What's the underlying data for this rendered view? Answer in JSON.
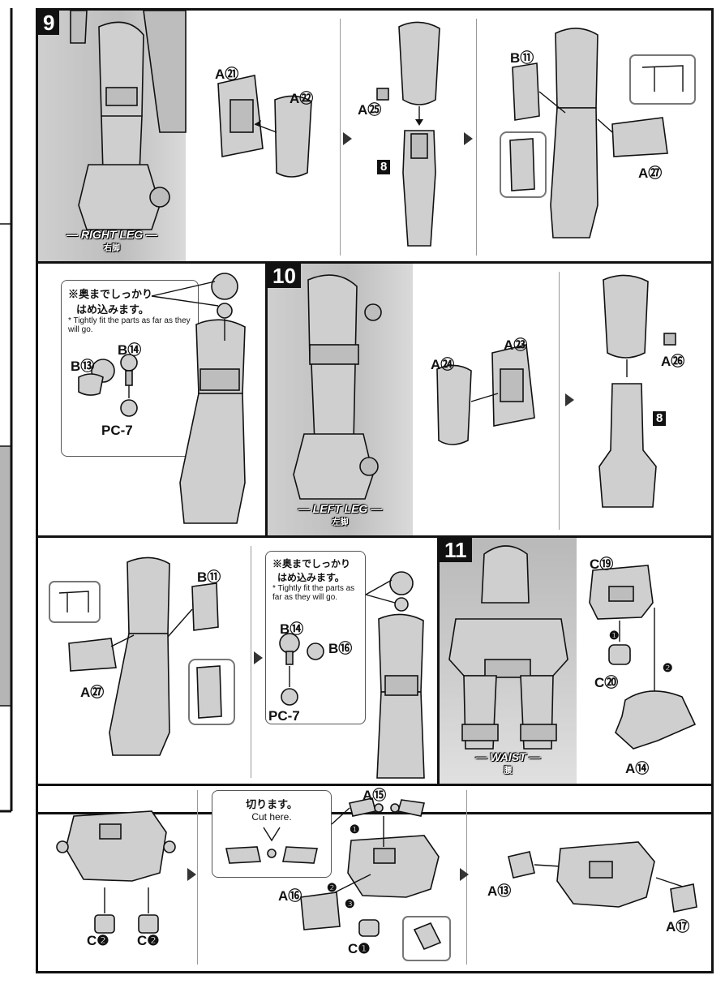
{
  "step9": {
    "number": "9",
    "caption": "— RIGHT LEG —",
    "caption_jp": "右脚",
    "parts": {
      "a21": "A㉑",
      "a22": "A㉒",
      "a25": "A㉕",
      "b11": "B⑪",
      "a27": "A㉗"
    },
    "ref_step": "8"
  },
  "row2": {
    "note_jp_1": "※奥までしっかり",
    "note_jp_2": "はめ込みます。",
    "note_en": "* Tightly fit the parts as far as they will go.",
    "b14": "B⑭",
    "b13": "B⑬",
    "pc": "PC-7"
  },
  "step10": {
    "number": "10",
    "caption": "— LEFT LEG —",
    "caption_jp": "左脚",
    "parts": {
      "a23": "A㉓",
      "a24": "A㉔",
      "a26": "A㉖"
    },
    "ref_step": "8"
  },
  "row3": {
    "b11": "B⑪",
    "a27": "A㉗",
    "note_jp_1": "※奥までしっかり",
    "note_jp_2": "はめ込みます。",
    "note_en": "* Tightly fit the parts as far as they will go.",
    "b14": "B⑭",
    "b16": "B⑯",
    "pc": "PC-7"
  },
  "step11": {
    "number": "11",
    "caption": "— WAIST —",
    "caption_jp": "腰",
    "parts": {
      "c19": "C⑲",
      "c20": "C⑳",
      "a14": "A⑭"
    },
    "order": [
      "❶",
      "❷"
    ]
  },
  "row4": {
    "c2a": "C❷",
    "c2b": "C❷",
    "cut_jp": "切ります。",
    "cut_en": "Cut here.",
    "a15": "A⑮",
    "a16": "A⑯",
    "c1": "C❶",
    "order": [
      "❶",
      "❷",
      "❸"
    ],
    "a13": "A⑬",
    "a17": "A⑰"
  }
}
